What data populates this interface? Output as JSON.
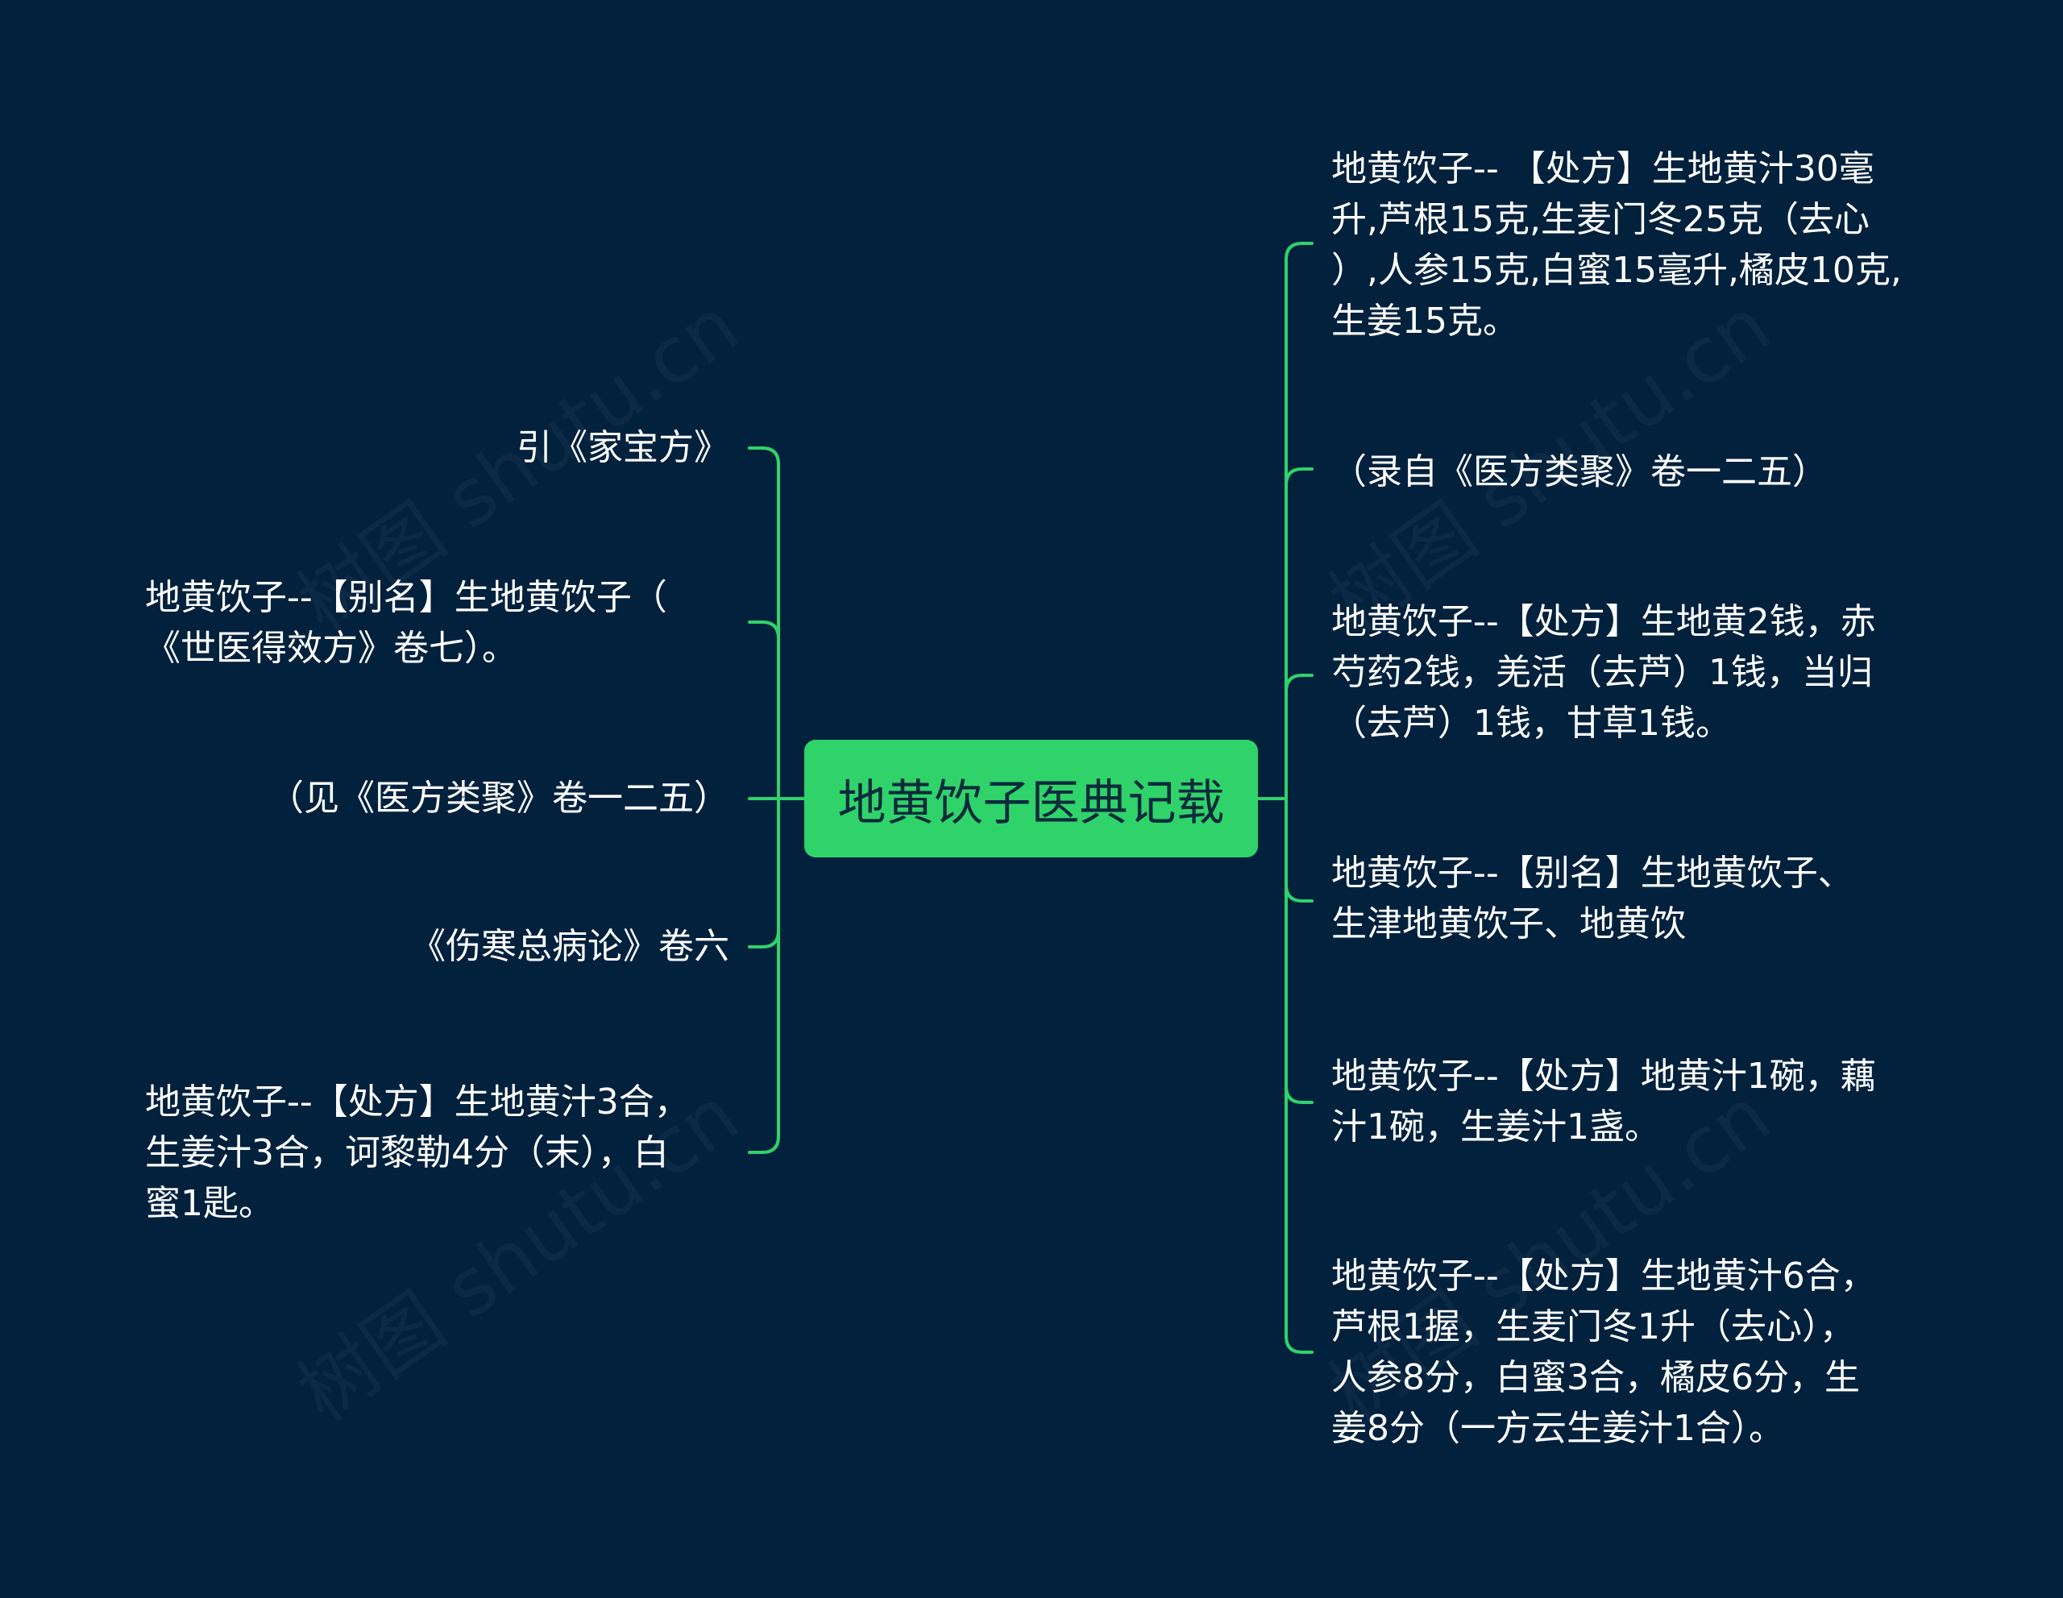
{
  "center": {
    "label": "地黄饮子医典记载"
  },
  "left_nodes": [
    {
      "text": "引《家宝方》"
    },
    {
      "text": "地黄饮子--【别名】生地黄饮子（\n《世医得效方》卷七）。"
    },
    {
      "text": "（见《医方类聚》卷一二五）"
    },
    {
      "text": "《伤寒总病论》卷六"
    },
    {
      "text": "地黄饮子--【处方】生地黄汁3合，\n生姜汁3合，诃黎勒4分（末），白\n蜜1匙。"
    }
  ],
  "right_nodes": [
    {
      "text": "地黄饮子-- 【处方】生地黄汁30毫\n升,芦根15克,生麦门冬25克（去心\n）,人参15克,白蜜15毫升,橘皮10克,\n生姜15克。"
    },
    {
      "text": "（录自《医方类聚》卷一二五）"
    },
    {
      "text": "地黄饮子--【处方】生地黄2钱，赤\n芍药2钱，羌活（去芦）1钱，当归\n（去芦）1钱，甘草1钱。"
    },
    {
      "text": "地黄饮子--【别名】生地黄饮子、\n生津地黄饮子、地黄饮"
    },
    {
      "text": "地黄饮子--【处方】地黄汁1碗，藕\n汁1碗，生姜汁1盏。"
    },
    {
      "text": "地黄饮子--【处方】生地黄汁6合，\n芦根1握，生麦门冬1升（去心），\n人参8分，白蜜3合，橘皮6分，生\n姜8分（一方云生姜汁1合）。"
    }
  ],
  "watermark": "树图 shutu.cn",
  "colors": {
    "background": "#02213d",
    "connector": "#2fd36a",
    "center_fill": "#2fd36a",
    "center_text": "#0b2a3c",
    "node_text": "#ffffff"
  }
}
